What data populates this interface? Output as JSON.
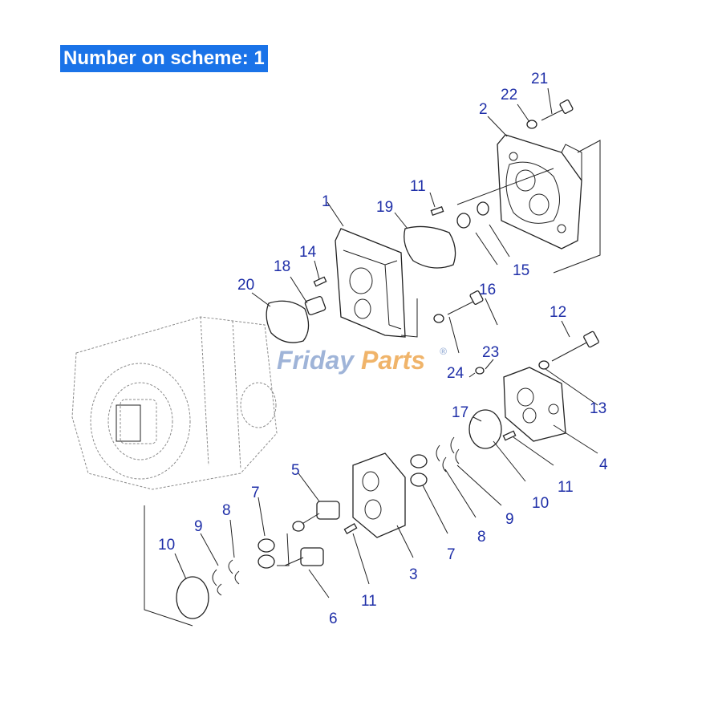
{
  "header": {
    "title": "Number on scheme: 1"
  },
  "watermark": {
    "brand_a": "Friday",
    "brand_b": "Parts",
    "mark": "®"
  },
  "callouts": {
    "c1": "1",
    "c2": "2",
    "c3": "3",
    "c4": "4",
    "c5": "5",
    "c6": "6",
    "c7a": "7",
    "c7b": "7",
    "c8a": "8",
    "c8b": "8",
    "c9a": "9",
    "c9b": "9",
    "c10a": "10",
    "c10b": "10",
    "c11a": "11",
    "c11b": "11",
    "c11c": "11",
    "c12": "12",
    "c13": "13",
    "c14": "14",
    "c15": "15",
    "c16": "16",
    "c17": "17",
    "c18": "18",
    "c19": "19",
    "c20": "20",
    "c21": "21",
    "c22": "22",
    "c23": "23",
    "c24": "24"
  },
  "colors": {
    "callout": "#1f2fa8",
    "title_bg": "#1a73e8",
    "title_text": "#ffffff"
  }
}
